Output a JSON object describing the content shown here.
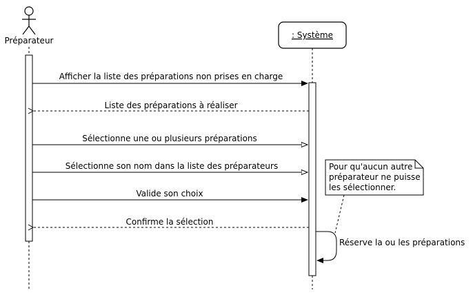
{
  "actor": {
    "name": "Préparateur"
  },
  "system": {
    "name": ": Système"
  },
  "messages": [
    {
      "label": "Afficher la liste des préparations non prises en charge",
      "kind": "sync"
    },
    {
      "label": "Liste des préparations à réaliser",
      "kind": "return"
    },
    {
      "label": "Sélectionne une ou plusieurs préparations",
      "kind": "async"
    },
    {
      "label": "Sélectionne son nom dans la liste des préparateurs",
      "kind": "async"
    },
    {
      "label": "Valide son choix",
      "kind": "sync"
    },
    {
      "label": "Confirme la sélection",
      "kind": "return"
    }
  ],
  "self_message": {
    "label": "Réserve la ou les préparations"
  },
  "note": {
    "lines": [
      "Pour qu'aucun autre",
      "préparateur ne puisse",
      "les sélectionner."
    ]
  }
}
